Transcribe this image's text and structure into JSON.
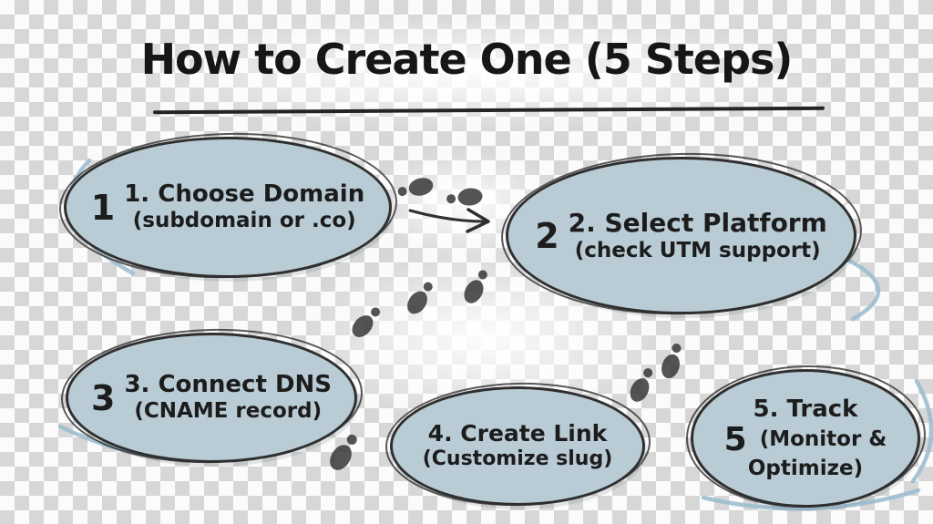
{
  "title": "How to Create One (5 Steps)",
  "steps": [
    {
      "number": "1",
      "line1": "1. Choose Domain",
      "line2": "(subdomain or .co)"
    },
    {
      "number": "2",
      "line1": "2. Select Platform",
      "line2": "(check UTM support)"
    },
    {
      "number": "3",
      "line1": "3. Connect DNS",
      "line2": "(CNAME record)"
    },
    {
      "line1": "4. Create Link",
      "line2": "(Customize slug)"
    },
    {
      "number": "5",
      "line1": "5. Track",
      "line2": "(Monitor &",
      "line3": "Optimize)"
    }
  ],
  "colors": {
    "ellipse_fill": "#b9cbd5",
    "outline": "#2f2f2f",
    "accent_arc": "#9dbecf",
    "footprint": "#3d3d3d"
  },
  "icons": {
    "footsteps": "footsteps-icon",
    "arrow": "arrow-right-icon"
  }
}
